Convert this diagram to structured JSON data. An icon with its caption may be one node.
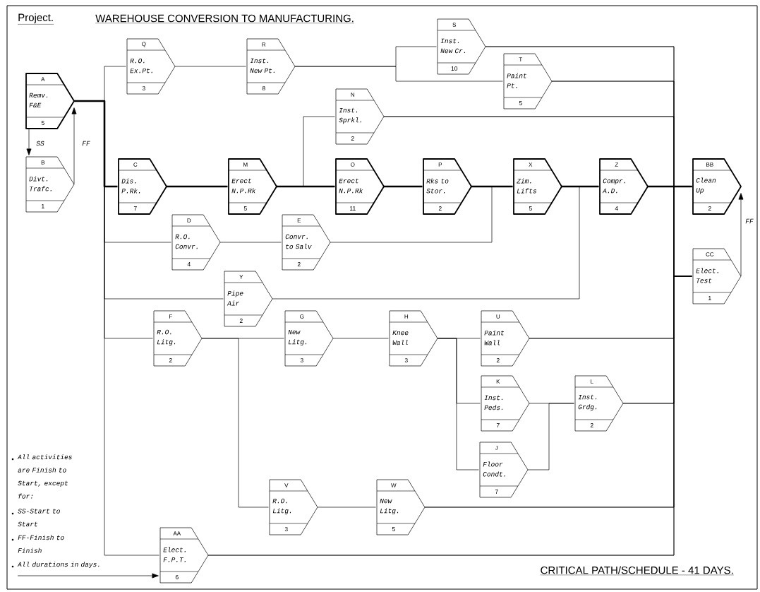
{
  "diagram": {
    "title": "WAREHOUSE CONVERSION TO MANUFACTURING.",
    "caption": "CRITICAL PATH/SCHEDULE - 41 DAYS.",
    "nodes": [
      {
        "text": [
          "A",
          "Remv. F&E",
          "5"
        ]
      },
      {
        "text": [
          "B",
          "Divt. Trafc.",
          "1"
        ]
      },
      {
        "text": [
          "Q",
          "R.O. Ex.Pt.",
          "3"
        ]
      },
      {
        "text": [
          "R",
          "Inst. New Pt.",
          "8"
        ]
      },
      {
        "text": [
          "S",
          "Inst. New Cr.",
          "10"
        ]
      },
      {
        "text": [
          "T",
          "Paint Pt.",
          "5"
        ]
      },
      {
        "text": [
          "N",
          "Inst. Sprkl.",
          "2"
        ]
      },
      {
        "text": [
          "C",
          "Dis. P.Rk.",
          "7"
        ]
      },
      {
        "text": [
          "M",
          "Erect N.P.Rk",
          "5"
        ]
      },
      {
        "text": [
          "O",
          "Erect N.P.Rk",
          "11"
        ]
      },
      {
        "text": [
          "P",
          "Rks to Stor.",
          "2"
        ]
      },
      {
        "text": [
          "X",
          "Zim. Lifts",
          "5"
        ]
      },
      {
        "text": [
          "Z",
          "Compr. A.D.",
          "4"
        ]
      },
      {
        "text": [
          "BB",
          "Clean Up",
          "2"
        ]
      },
      {
        "text": [
          "D",
          "R.O. Convr.",
          "4"
        ]
      },
      {
        "text": [
          "E",
          "Convr. to Salv",
          "2"
        ]
      },
      {
        "text": [
          "CC",
          "Elect. Test",
          "1"
        ]
      },
      {
        "text": [
          "Y",
          "Pipe Air",
          "2"
        ]
      },
      {
        "text": [
          "F",
          "R.O. Litg.",
          "2"
        ]
      },
      {
        "text": [
          "G",
          "New Litg.",
          "3"
        ]
      },
      {
        "text": [
          "H",
          "Knee Wall",
          "3"
        ]
      },
      {
        "text": [
          "U",
          "Paint Wall",
          "2"
        ]
      },
      {
        "text": [
          "K",
          "Inst. Peds.",
          "7"
        ]
      },
      {
        "text": [
          "L",
          "Inst. Grdg.",
          "2"
        ]
      },
      {
        "text": [
          "J",
          "Floor Condt.",
          "7"
        ]
      },
      {
        "text": [
          "V",
          "R.O. Litg.",
          "3"
        ]
      },
      {
        "text": [
          "W",
          "New Litg.",
          "5"
        ]
      },
      {
        "text": [
          "AA",
          "Elect. F.P.T.",
          "6"
        ]
      }
    ],
    "edges": [
      {
        "from": 0,
        "to": 1,
        "arrow": "to",
        "label": "SS"
      },
      {
        "from": 1,
        "to": 0,
        "arrow": "to",
        "label": "FF"
      },
      {
        "from": 0,
        "to": 2,
        "arrow": "none"
      },
      {
        "from": 0,
        "to": 7,
        "arrow": "none",
        "style": "thick"
      },
      {
        "from": 0,
        "to": 14,
        "arrow": "none"
      },
      {
        "from": 0,
        "to": 17,
        "arrow": "none"
      },
      {
        "from": 0,
        "to": 18,
        "arrow": "none"
      },
      {
        "from": 0,
        "to": 27,
        "arrow": "none"
      },
      {
        "from": 2,
        "to": 3,
        "arrow": "none"
      },
      {
        "from": 3,
        "to": 4,
        "arrow": "none"
      },
      {
        "from": 3,
        "to": 5,
        "arrow": "none"
      },
      {
        "from": 7,
        "to": 8,
        "arrow": "none",
        "style": "thick"
      },
      {
        "from": 8,
        "to": 9,
        "arrow": "none",
        "style": "thick"
      },
      {
        "from": 8,
        "to": 6,
        "arrow": "none"
      },
      {
        "from": 9,
        "to": 10,
        "arrow": "none",
        "style": "thick"
      },
      {
        "from": 10,
        "to": 11,
        "arrow": "none",
        "style": "thick"
      },
      {
        "from": 14,
        "to": 15,
        "arrow": "none"
      },
      {
        "from": 15,
        "to": 11,
        "arrow": "none"
      },
      {
        "from": 11,
        "to": 12,
        "arrow": "none",
        "style": "thick"
      },
      {
        "from": 17,
        "to": 12,
        "arrow": "none"
      },
      {
        "from": 12,
        "to": 13,
        "arrow": "none",
        "style": "thick"
      },
      {
        "from": 4,
        "to": 13,
        "arrow": "none"
      },
      {
        "from": 5,
        "to": 13,
        "arrow": "none"
      },
      {
        "from": 6,
        "to": 13,
        "arrow": "none"
      },
      {
        "from": 21,
        "to": 13,
        "arrow": "none"
      },
      {
        "from": 23,
        "to": 13,
        "arrow": "none"
      },
      {
        "from": 26,
        "to": 13,
        "arrow": "none"
      },
      {
        "from": 27,
        "to": 13,
        "arrow": "none"
      },
      {
        "from": 4,
        "to": 16,
        "arrow": "none"
      },
      {
        "from": 5,
        "to": 16,
        "arrow": "none"
      },
      {
        "from": 6,
        "to": 16,
        "arrow": "none"
      },
      {
        "from": 21,
        "to": 16,
        "arrow": "none"
      },
      {
        "from": 23,
        "to": 16,
        "arrow": "none"
      },
      {
        "from": 26,
        "to": 16,
        "arrow": "none"
      },
      {
        "from": 27,
        "to": 16,
        "arrow": "none"
      },
      {
        "from": 12,
        "to": 16,
        "arrow": "none"
      },
      {
        "from": 16,
        "to": 13,
        "arrow": "to",
        "label": "FF"
      },
      {
        "from": 18,
        "to": 19,
        "arrow": "none"
      },
      {
        "from": 18,
        "to": 25,
        "arrow": "none"
      },
      {
        "from": 19,
        "to": 20,
        "arrow": "none"
      },
      {
        "from": 20,
        "to": 21,
        "arrow": "none"
      },
      {
        "from": 20,
        "to": 22,
        "arrow": "none"
      },
      {
        "from": 20,
        "to": 24,
        "arrow": "none"
      },
      {
        "from": 22,
        "to": 23,
        "arrow": "none"
      },
      {
        "from": 24,
        "to": 23,
        "arrow": "none"
      },
      {
        "from": 25,
        "to": 26,
        "arrow": "none"
      },
      {
        "from": null,
        "to": 27,
        "arrow": "to"
      }
    ],
    "labels": [
      "Project.",
      "All activities are Finish to Start, except for:",
      "SS-Start to Start",
      "FF-Finish to Finish",
      "All durations in days."
    ]
  }
}
